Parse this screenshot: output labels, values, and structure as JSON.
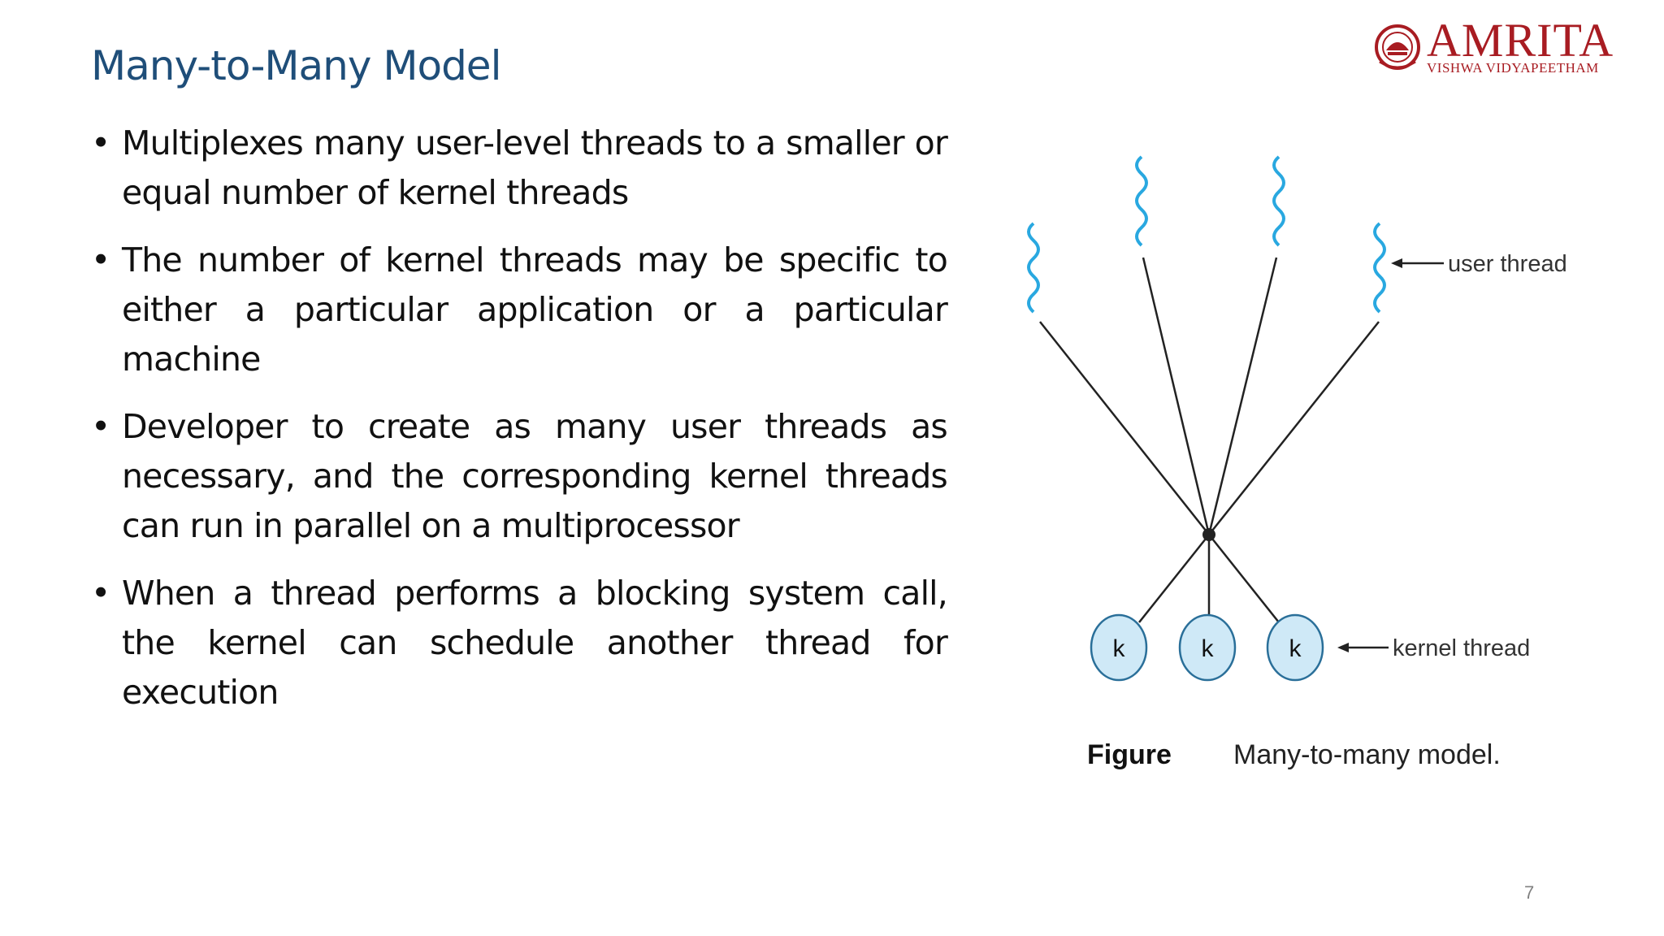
{
  "slide": {
    "title": "Many-to-Many Model",
    "page_number": "7"
  },
  "logo": {
    "name": "AMRITA",
    "subtitle": "VISHWA VIDYAPEETHAM",
    "icon": "amrita-emblem-icon",
    "brand_color": "#a81c22"
  },
  "bullets": [
    {
      "text": "Multiplexes many user-level threads to a smaller or equal number of kernel threads"
    },
    {
      "text": " The number of kernel threads may be specific to either a particular application or a particular machine"
    },
    {
      "text": "Developer to create as many user threads as necessary, and the corresponding kernel threads can run in parallel on a multiprocessor"
    },
    {
      "text": "When a thread performs a blocking system call, the kernel can schedule another thread for execution"
    }
  ],
  "bullet_marker": "•",
  "figure": {
    "user_thread_label": "user thread",
    "kernel_thread_label": "kernel thread",
    "kernel_node_label": "k",
    "caption_label": "Figure",
    "caption_text": "Many-to-many model.",
    "thread_color": "#29a8e0",
    "kernel_fill": "#cfe9f7"
  },
  "colors": {
    "title": "#1f4e79",
    "text": "#111111"
  }
}
